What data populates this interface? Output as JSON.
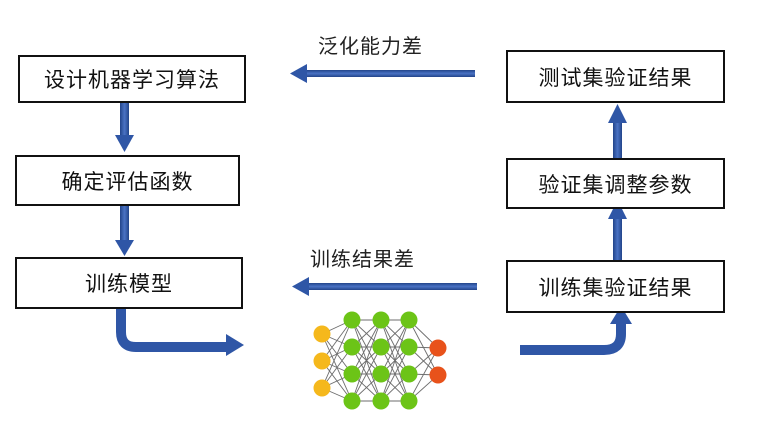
{
  "boxes": {
    "design_algorithm": "设计机器学习算法",
    "define_eval": "确定评估函数",
    "train_model": "训练模型",
    "test_verify": "测试集验证结果",
    "tune_params": "验证集调整参数",
    "train_verify": "训练集验证结果"
  },
  "labels": {
    "poor_generalization": "泛化能力差",
    "poor_training": "训练结果差"
  },
  "colors": {
    "arrow": "#2f56a6",
    "input_node": "#f5b81c",
    "hidden_node": "#6cc417",
    "output_node": "#e8521b",
    "edge": "#6d6d6d"
  },
  "network": {
    "layers": [
      3,
      4,
      4,
      4,
      2
    ]
  }
}
